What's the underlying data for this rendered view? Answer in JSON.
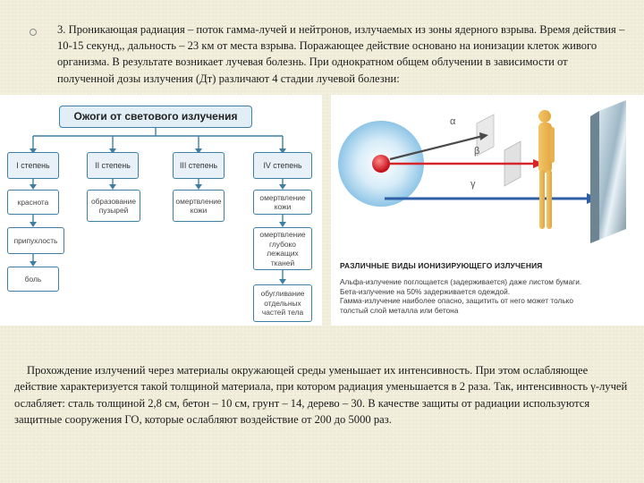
{
  "intro": {
    "text": "3. Проникающая радиация – поток гамма-лучей и нейтронов, излучаемых из зоны ядерного взрыва. Время действия – 10-15 секунд,, дальность – 23 км от места взрыва. Поражающее действие основано на ионизации клеток живого организма. В результате возникает лучевая болезнь. При однократном общем облучении в зависимости от полученной дозы излучения (Дт) различают 4 стадии лучевой болезни:"
  },
  "diagram": {
    "title": "Ожоги от светового излучения",
    "degrees": [
      "I степень",
      "II степень",
      "III степень",
      "IV степень"
    ],
    "col1": [
      "краснота",
      "припухлость",
      "боль"
    ],
    "col2": "образование пузырей",
    "col3": "омертвление кожи",
    "col4": [
      "омертвление кожи",
      "омертвление глубоко лежащих тканей",
      "обугливание отдельных частей тела"
    ]
  },
  "radiation": {
    "labels": {
      "alpha": "α",
      "beta": "β",
      "gamma": "γ"
    },
    "heading": "РАЗЛИЧНЫЕ ВИДЫ ИОНИЗИРУЮЩЕГО ИЗЛУЧЕНИЯ",
    "lines": [
      "Альфа-излучение поглощается (задерживается) даже листом бумаги.",
      "Бета-излучение на 50% задерживается одеждой.",
      "Гамма-излучение наиболее опасно, защитить от него может только",
      "толстый слой металла или бетона"
    ],
    "colors": {
      "alpha": "#4a4a4a",
      "beta": "#d7262a",
      "gamma": "#2f5fa6",
      "particle": "#e31b23"
    }
  },
  "outro": {
    "text": "Прохождение излучений через материалы окружающей среды уменьшает их интенсивность. При этом ослабляющее действие характеризуется такой толщиной материала, при котором радиация уменьшается в 2 раза. Так, интенсивность γ-лучей ослабляет: сталь толщиной 2,8 см, бетон – 10 см, грунт – 14, дерево – 30. В качестве защиты от радиации используются защитные сооружения ГО, которые ослабляют воздействие от 200 до 5000 раз."
  }
}
